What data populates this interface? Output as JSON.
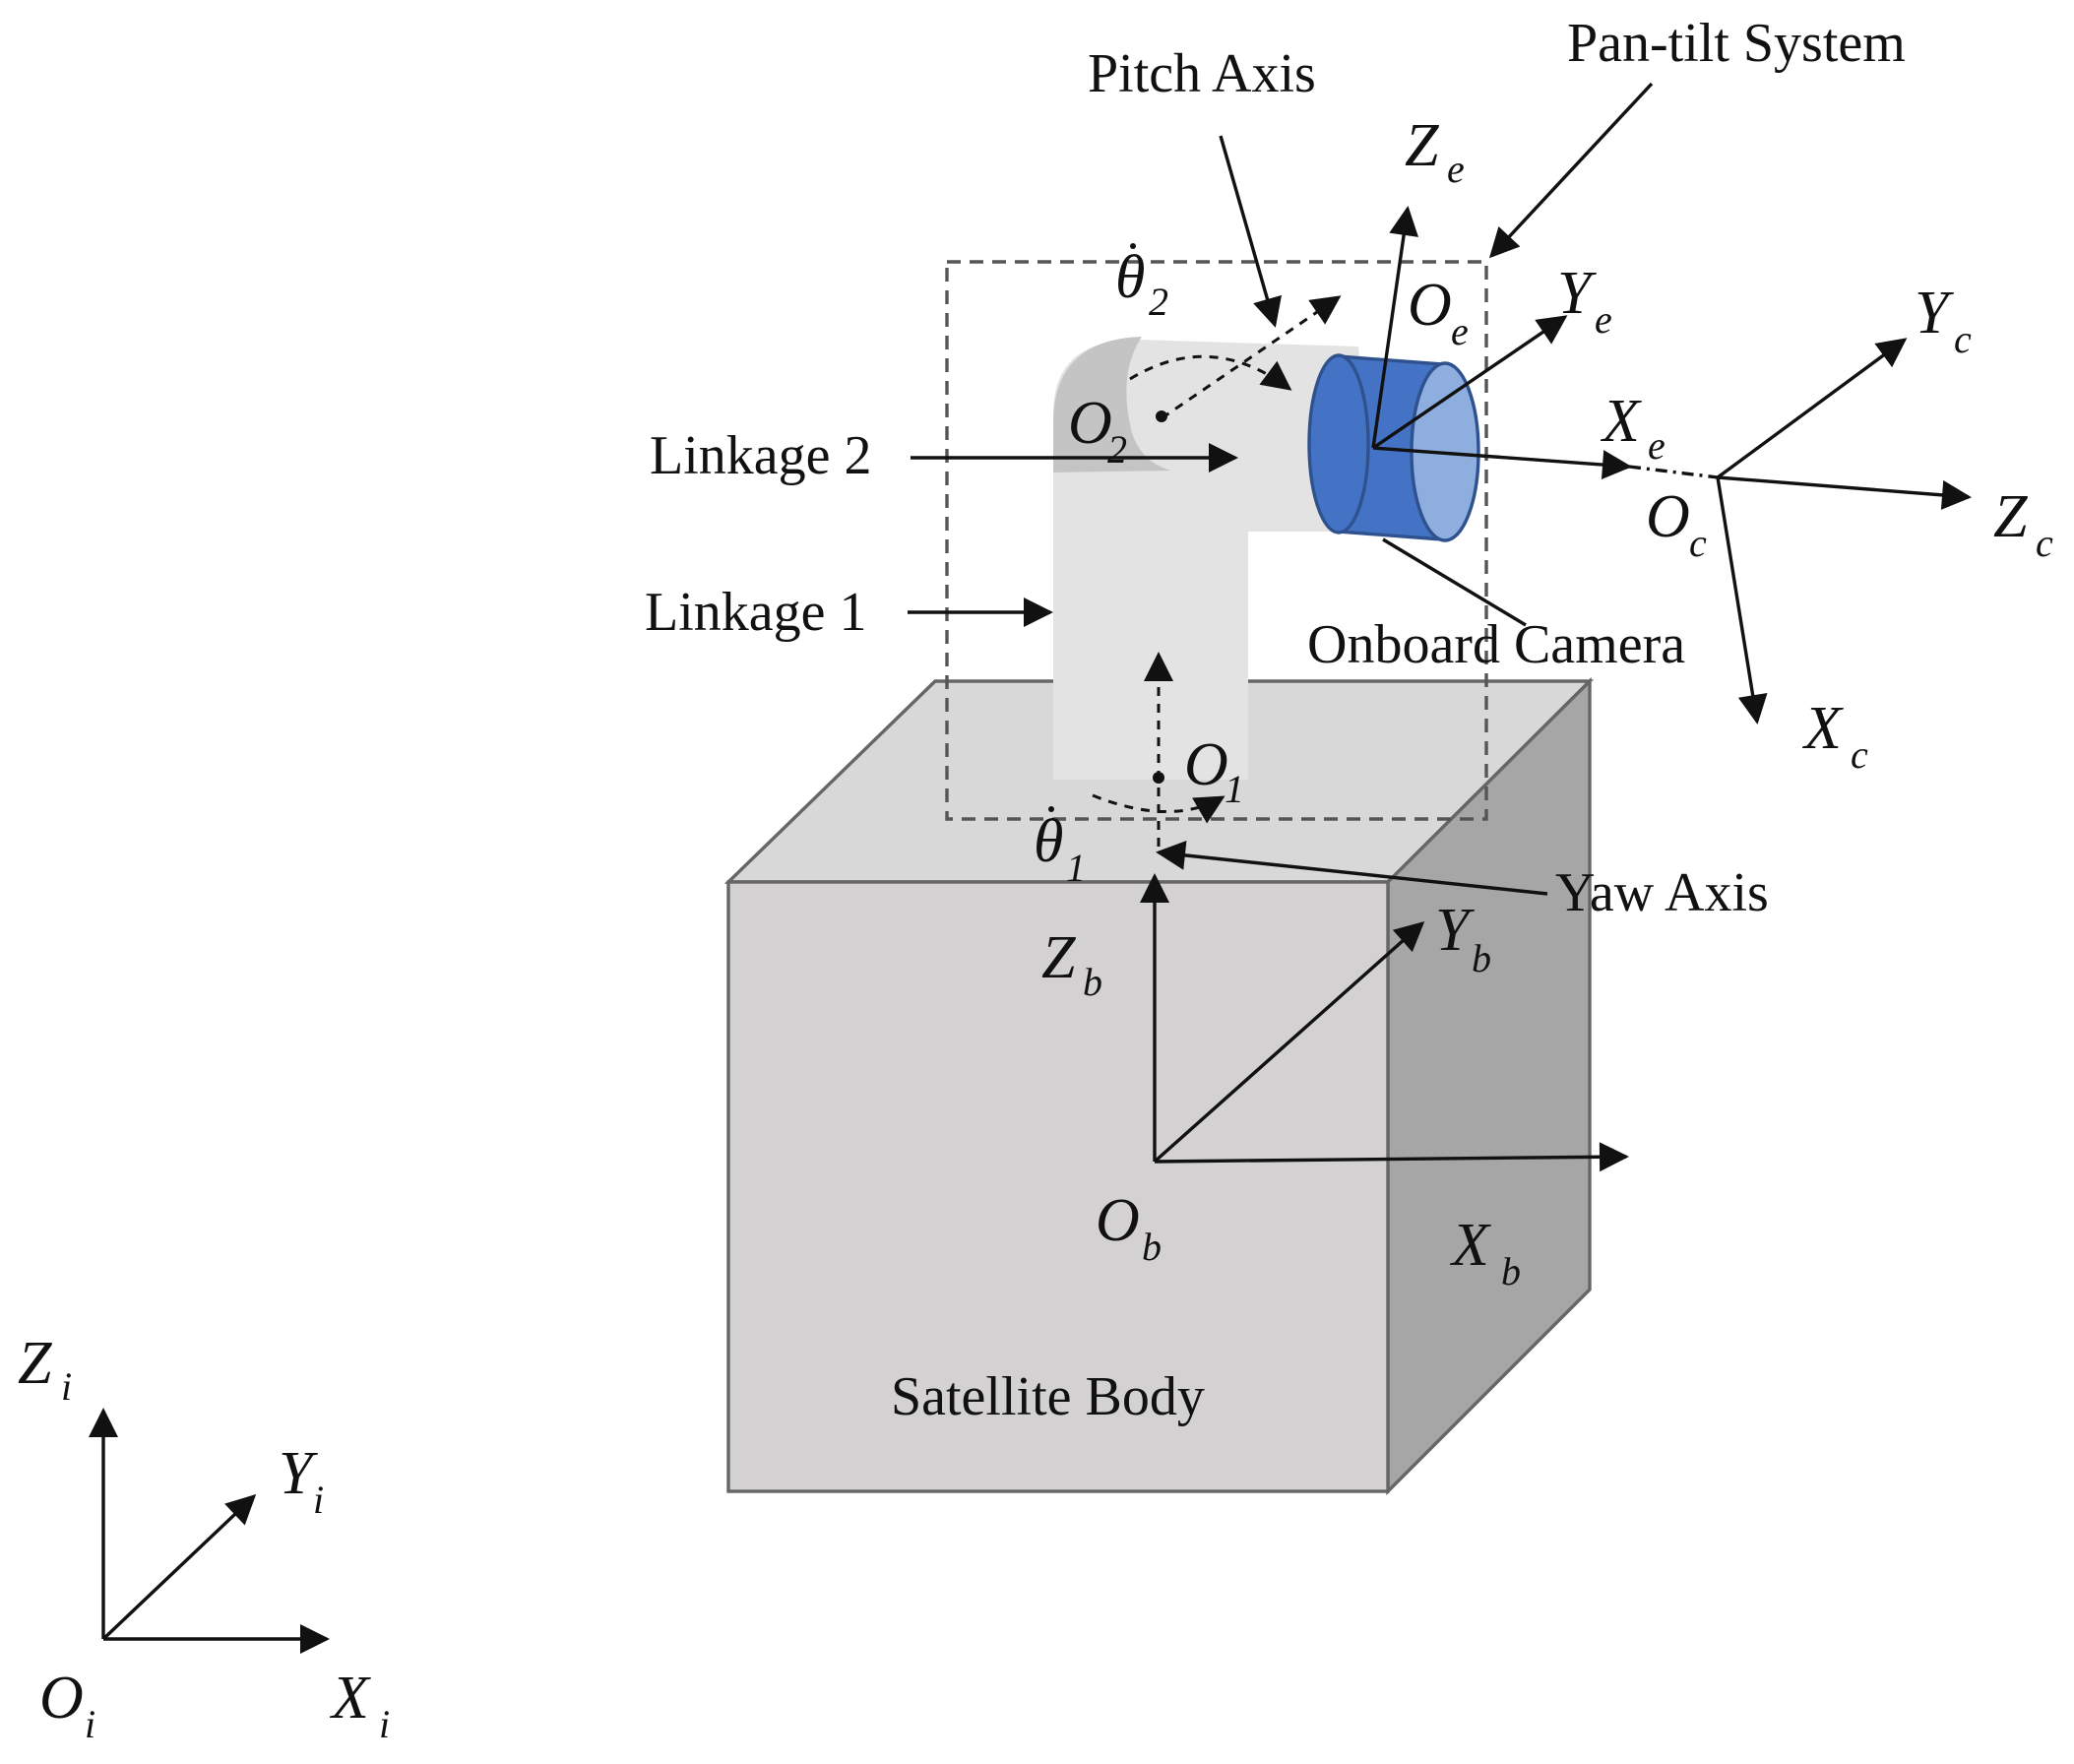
{
  "labels": {
    "pitch_axis": "Pitch Axis",
    "pan_tilt_system": "Pan-tilt System",
    "linkage_2": "Linkage 2",
    "linkage_1": "Linkage 1",
    "onboard_camera": "Onboard Camera",
    "yaw_axis": "Yaw Axis",
    "satellite_body": "Satellite Body"
  },
  "symbols": {
    "theta2": {
      "base": "θ",
      "sub": "2"
    },
    "theta1": {
      "base": "θ",
      "sub": "1"
    },
    "O2": {
      "base": "O",
      "sub": "2"
    },
    "O1": {
      "base": "O",
      "sub": "1"
    },
    "Oe": {
      "base": "O",
      "sub": "e"
    },
    "Ze": {
      "base": "Z",
      "sub": "e"
    },
    "Ye": {
      "base": "Y",
      "sub": "e"
    },
    "Xe": {
      "base": "X",
      "sub": "e"
    },
    "Yc": {
      "base": "Y",
      "sub": "c"
    },
    "Zc": {
      "base": "Z",
      "sub": "c"
    },
    "Xc": {
      "base": "X",
      "sub": "c"
    },
    "Oc": {
      "base": "O",
      "sub": "c"
    },
    "Zb": {
      "base": "Z",
      "sub": "b"
    },
    "Yb": {
      "base": "Y",
      "sub": "b"
    },
    "Xb": {
      "base": "X",
      "sub": "b"
    },
    "Ob": {
      "base": "O",
      "sub": "b"
    },
    "Zi": {
      "base": "Z",
      "sub": "i"
    },
    "Yi": {
      "base": "Y",
      "sub": "i"
    },
    "Xi": {
      "base": "X",
      "sub": "i"
    },
    "Oi": {
      "base": "O",
      "sub": "i"
    }
  },
  "colors": {
    "camera_front": "#4472c4",
    "camera_lens": "#8eaee0",
    "camera_rim": "#2f528f",
    "cube_front": "#d3d1d2",
    "cube_top": "#d8d8d8",
    "cube_side": "#a6a6a6",
    "linkage": "#e3e3e3",
    "elbow_shade": "#c4c4c4"
  }
}
